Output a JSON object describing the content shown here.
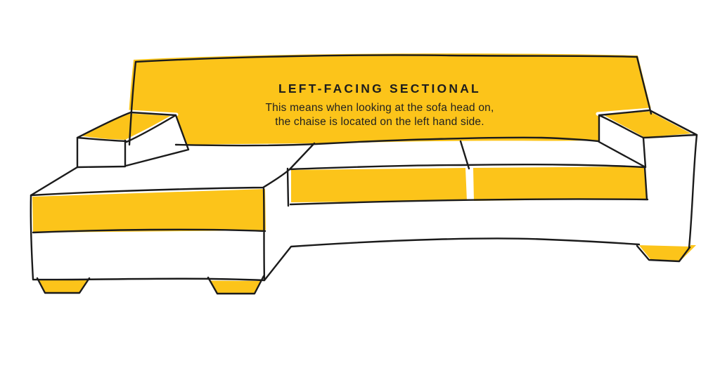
{
  "illustration": {
    "name": "left-facing sectional sofa diagram",
    "title": "LEFT-FACING SECTIONAL",
    "description_line1": "This means when looking at the sofa head on,",
    "description_line2": "the chaise is located on the left hand side.",
    "colors": {
      "accent_yellow": "#FCC41A",
      "ink": "#1B1B1B",
      "background": "#FFFFFF"
    }
  }
}
